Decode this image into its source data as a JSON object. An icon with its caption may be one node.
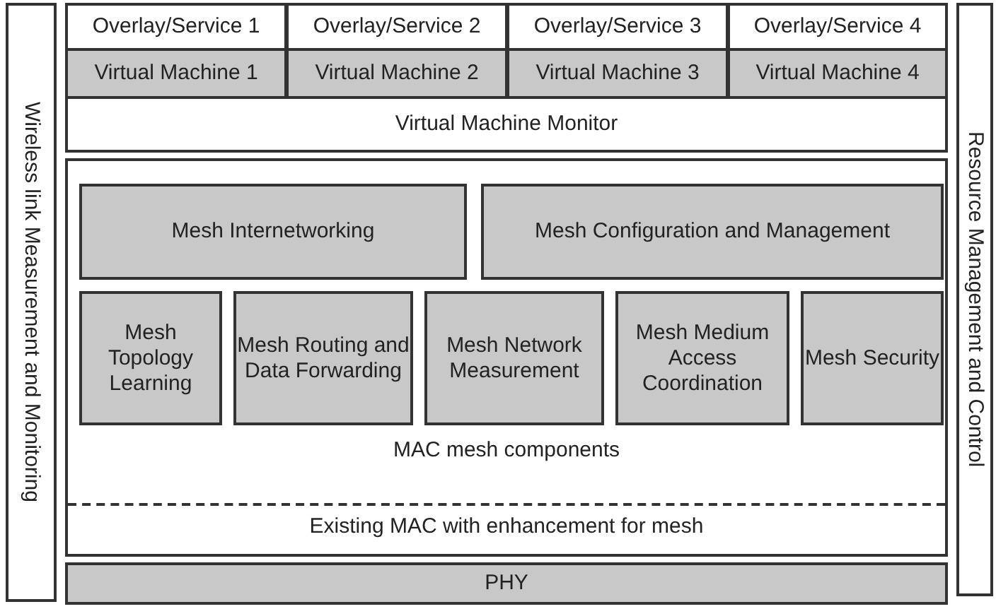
{
  "diagram": {
    "nodes": [
      {
        "text": [
          "Wireless link Measurement and Monitoring"
        ]
      },
      {
        "text": [
          "Overlay/Service 1"
        ]
      },
      {
        "text": [
          "Overlay/Service 2"
        ]
      },
      {
        "text": [
          "Overlay/Service 3"
        ]
      },
      {
        "text": [
          "Overlay/Service 4"
        ]
      },
      {
        "text": [
          "Virtual Machine 1"
        ]
      },
      {
        "text": [
          "Virtual Machine 2"
        ]
      },
      {
        "text": [
          "Virtual Machine 3"
        ]
      },
      {
        "text": [
          "Virtual Machine 4"
        ]
      },
      {
        "text": [
          "Virtual Machine Monitor"
        ]
      },
      {
        "text": [
          "MAC mesh components",
          "Existing MAC with enhancement for mesh"
        ]
      },
      {
        "text": [
          "Mesh Internetworking"
        ],
        "in": 10
      },
      {
        "text": [
          "Mesh Configuration and Management"
        ],
        "in": 10
      },
      {
        "text": [
          "Mesh Topology Learning"
        ],
        "in": 10
      },
      {
        "text": [
          "Mesh Routing and Data Forwarding"
        ],
        "in": 10
      },
      {
        "text": [
          "Mesh Network Measurement"
        ],
        "in": 10
      },
      {
        "text": [
          "Mesh Medium Access Coordination"
        ],
        "in": 10
      },
      {
        "text": [
          "Mesh Security"
        ],
        "in": 10
      },
      {
        "text": [
          "PHY"
        ]
      },
      {
        "text": [
          "Resource Management and Control"
        ]
      }
    ]
  }
}
